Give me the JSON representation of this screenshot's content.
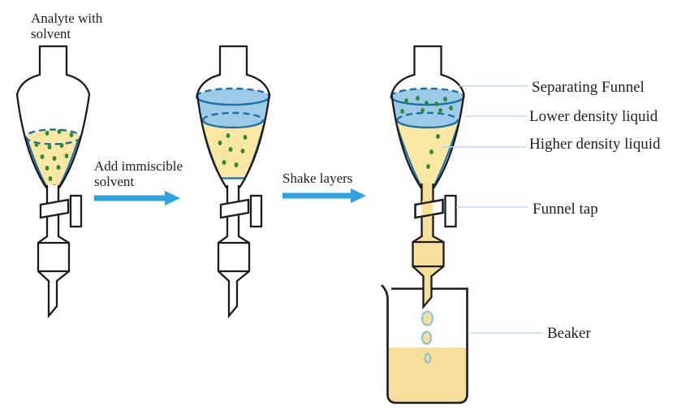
{
  "annotations": {
    "analyte_label": "Analyte with solvent",
    "step1_label": "Add immiscible solvent",
    "step2_label": "Shake layers"
  },
  "callouts": {
    "separating_funnel": "Separating  Funnel",
    "lower_density": "Lower density liquid",
    "higher_density": "Higher density liquid",
    "funnel_tap": "Funnel tap",
    "beaker": "Beaker"
  },
  "colors": {
    "glass_outline": "#1b1b1b",
    "liquid_yellow": "#FAE7A1",
    "drain_yellow": "#F7DE9A",
    "liquid_blue": "#9CCAE7",
    "rim_blue": "#1D6FA8",
    "dot_green": "#2E8B3A",
    "arrow_blue": "#2FA3DF",
    "leader_blue": "#B9D9F0",
    "droplet_stroke": "#85BFE0",
    "text_color": "#1f1f1f"
  }
}
